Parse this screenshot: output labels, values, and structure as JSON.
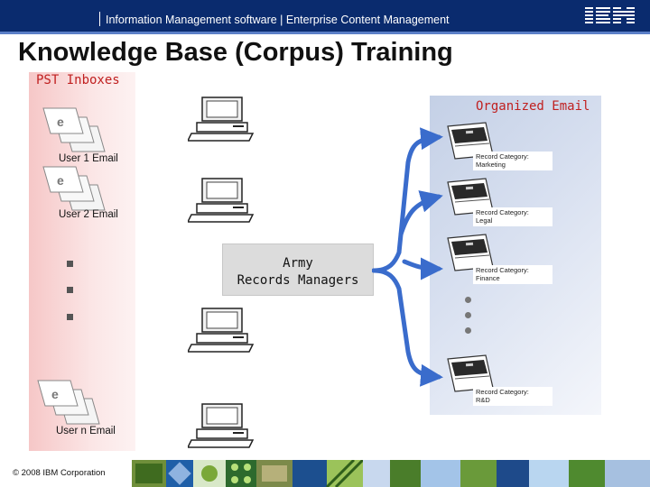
{
  "header": {
    "text": "Information Management software | Enterprise Content Management",
    "logo": "IBM"
  },
  "title": "Knowledge Base (Corpus) Training",
  "pst_panel": {
    "label": "PST Inboxes",
    "users": [
      "User 1 Email",
      "User 2 Email",
      "User n Email"
    ]
  },
  "center": {
    "box_label_line1": "Army",
    "box_label_line2": "Records Managers"
  },
  "organized_panel": {
    "label": "Organized Email",
    "records": [
      {
        "line1": "Record Category:",
        "line2": "Marketing"
      },
      {
        "line1": "Record Category:",
        "line2": "Legal"
      },
      {
        "line1": "Record Category:",
        "line2": "Finance"
      },
      {
        "line1": "Record Category:",
        "line2": "R&D"
      }
    ]
  },
  "footer": {
    "copyright": "© 2008 IBM Corporation"
  },
  "colors": {
    "header_bg": "#0a2b6e",
    "panel_label": "#c02020",
    "pst_bg": "#f6c7c7",
    "organized_bg": "#c4d0e6",
    "arrow": "#3a6ccc"
  },
  "icons": [
    "email-stack-icon",
    "computer-icon",
    "file-cabinet-icon",
    "ibm-logo"
  ]
}
